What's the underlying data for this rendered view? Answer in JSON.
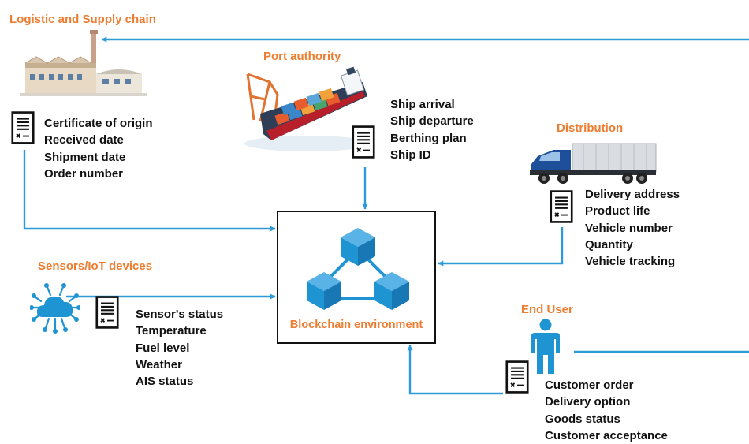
{
  "colors": {
    "accent": "#ED7D31",
    "arrow": "#2E9BD6",
    "blue": "#1F94D2"
  },
  "logistics": {
    "title": "Logistic and Supply chain",
    "icon": "factory-icon",
    "items": [
      "Certificate of origin",
      "Received date",
      "Shipment date",
      "Order number"
    ]
  },
  "port": {
    "title": "Port authority",
    "icon": "cargo-ship-icon",
    "items": [
      "Ship arrival",
      "Ship departure",
      "Berthing plan",
      "Ship ID"
    ]
  },
  "distribution": {
    "title": "Distribution",
    "icon": "truck-icon",
    "items": [
      "Delivery address",
      "Product life",
      "Vehicle number",
      "Quantity",
      "Vehicle tracking"
    ]
  },
  "sensors": {
    "title": "Sensors/IoT devices",
    "icon": "iot-cloud-icon",
    "items": [
      "Sensor's status",
      "Temperature",
      "Fuel level",
      "Weather",
      "AIS status"
    ]
  },
  "enduser": {
    "title": "End User",
    "icon": "person-icon",
    "items": [
      "Customer order",
      "Delivery option",
      "Goods status",
      "Customer acceptance"
    ]
  },
  "blockchain": {
    "label": "Blockchain environment",
    "icon": "blockchain-cubes-icon"
  }
}
